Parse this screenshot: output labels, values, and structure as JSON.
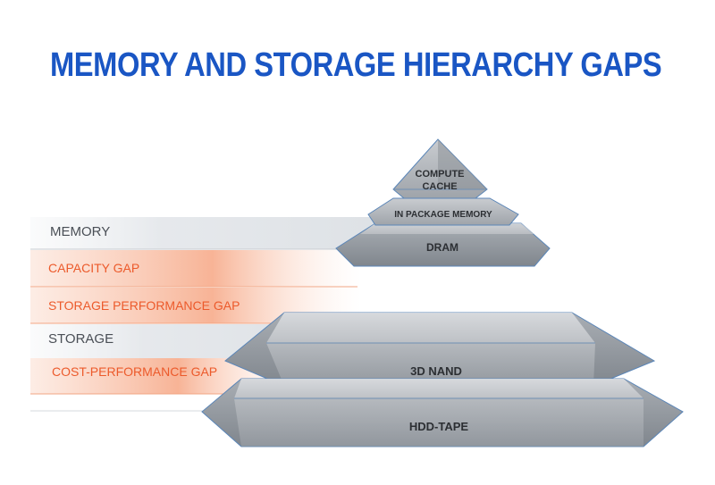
{
  "title": "MEMORY AND STORAGE HIERARCHY GAPS",
  "bands": {
    "memory": "MEMORY",
    "capacity_gap": "CAPACITY GAP",
    "storage_performance_gap": "STORAGE PERFORMANCE GAP",
    "storage": "STORAGE",
    "cost_performance_gap": "COST-PERFORMANCE GAP"
  },
  "memory_pyramid": {
    "compute_cache_line1": "COMPUTE",
    "compute_cache_line2": "CACHE",
    "in_package_memory": "IN PACKAGE MEMORY",
    "dram": "DRAM"
  },
  "storage_tiers": {
    "nand": "3D NAND",
    "hdd_tape": "HDD-TAPE"
  },
  "colors": {
    "title": "#1a56c4",
    "gap": "#ec5a2b",
    "band_text": "#4a4f56",
    "tier_edge": "#5b86b8"
  }
}
